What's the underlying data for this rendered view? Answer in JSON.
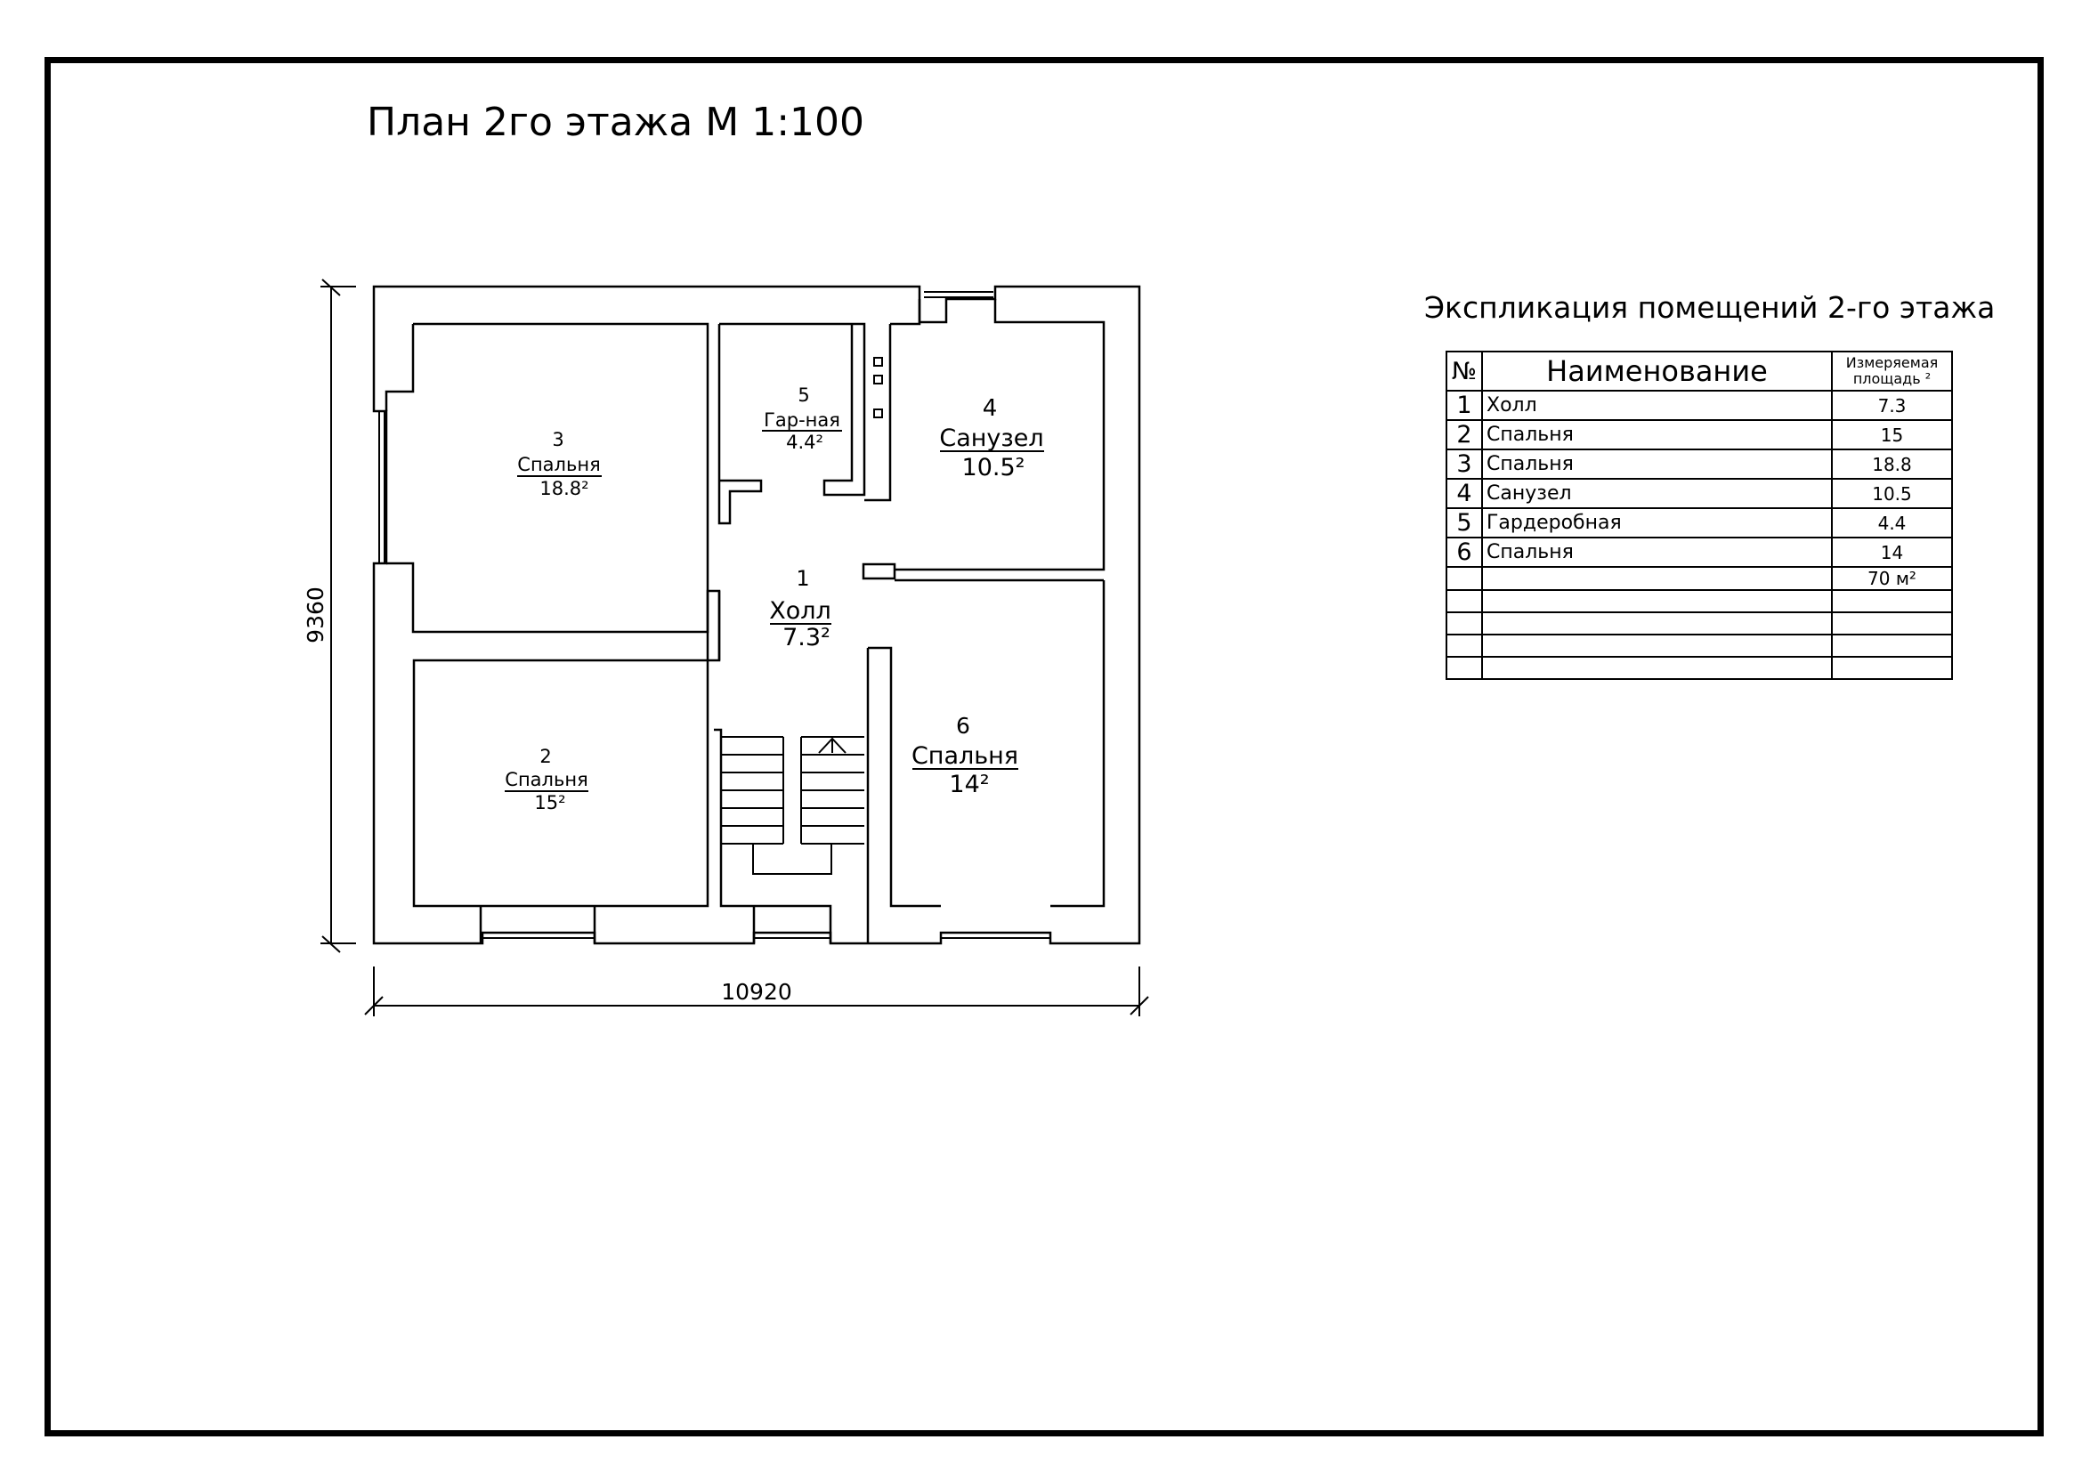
{
  "title": "План 2го этажа  М 1:100",
  "plan": {
    "dim_width": "10920",
    "dim_height": "9360",
    "rooms": [
      {
        "num": "1",
        "name": "Холл",
        "area": "7.3²"
      },
      {
        "num": "2",
        "name": "Спальня",
        "area": "15²"
      },
      {
        "num": "3",
        "name": "Спальня",
        "area": "18.8²"
      },
      {
        "num": "4",
        "name": "Санузел",
        "area": "10.5²"
      },
      {
        "num": "5",
        "name": "Гар-ная",
        "area": "4.4²"
      },
      {
        "num": "6",
        "name": "Спальня",
        "area": "14²"
      }
    ]
  },
  "explication": {
    "title": "Экспликация помещений 2-го этажа",
    "headers": {
      "num": "№",
      "name": "Наименование",
      "area_line1": "Измеряемая",
      "area_line2": "площадь ²"
    },
    "rows": [
      {
        "num": "1",
        "name": "Холл",
        "area": "7.3"
      },
      {
        "num": "2",
        "name": "Спальня",
        "area": "15"
      },
      {
        "num": "3",
        "name": "Спальня",
        "area": "18.8"
      },
      {
        "num": "4",
        "name": "Санузел",
        "area": "10.5"
      },
      {
        "num": "5",
        "name": "Гардеробная",
        "area": "4.4"
      },
      {
        "num": "6",
        "name": "Спальня",
        "area": "14"
      },
      {
        "num": "",
        "name": "",
        "area": "70 м²"
      },
      {
        "num": "",
        "name": "",
        "area": ""
      },
      {
        "num": "",
        "name": "",
        "area": ""
      },
      {
        "num": "",
        "name": "",
        "area": ""
      },
      {
        "num": "",
        "name": "",
        "area": ""
      }
    ]
  }
}
